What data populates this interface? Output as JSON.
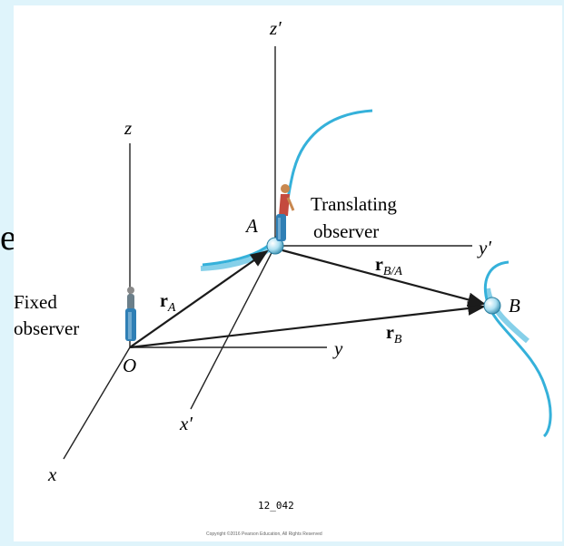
{
  "slide_edge_text": "e",
  "axes": {
    "fixed": {
      "z": "z",
      "y": "y",
      "x": "x"
    },
    "moving": {
      "z": "z′",
      "y": "y′",
      "x": "x′"
    }
  },
  "points": {
    "origin": "O",
    "a": "A",
    "b": "B"
  },
  "observers": {
    "fixed_line1": "Fixed",
    "fixed_line2": "observer",
    "translating_line1": "Translating",
    "translating_line2": "observer"
  },
  "vectors": {
    "rA": {
      "main": "r",
      "sub": "A"
    },
    "rB": {
      "main": "r",
      "sub": "B"
    },
    "rBA": {
      "main": "r",
      "sub": "B/A"
    }
  },
  "figure_id": "12_042",
  "copyright": "Copyright ©2016 Pearson Education, All Rights Reserved",
  "colors": {
    "background": "#dff4fb",
    "path_blue": "#35b1da",
    "particle": "#aee1f2",
    "arrow": "#1b1b1b"
  }
}
